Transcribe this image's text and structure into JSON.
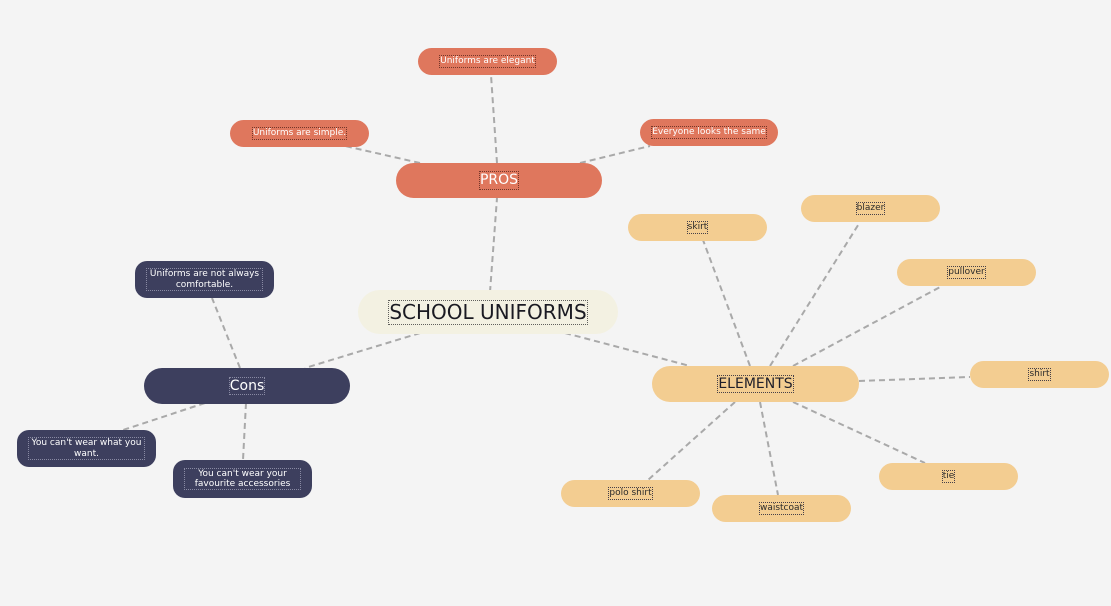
{
  "diagram": {
    "center": "SCHOOL UNIFORMS",
    "pros": {
      "label": "PROS",
      "items": [
        "Uniforms are elegant",
        "Uniforms are simple.",
        "Everyone looks the same"
      ]
    },
    "cons": {
      "label": "Cons",
      "items": [
        "Uniforms are not always comfortable.",
        "You can't wear what you want.",
        "You can't wear your favourite accessories"
      ]
    },
    "elements": {
      "label": "ELEMENTS",
      "items": [
        "skirt",
        "blazer",
        "pullover",
        "shirt",
        "tie",
        "waistcoat",
        "polo shirt"
      ]
    }
  },
  "colors": {
    "background": "#f4f4f4",
    "pros": "#df775d",
    "cons": "#3d3f5e",
    "elements": "#f3cd91",
    "center": "#f3f1e2",
    "connector": "#a9a9a9"
  }
}
